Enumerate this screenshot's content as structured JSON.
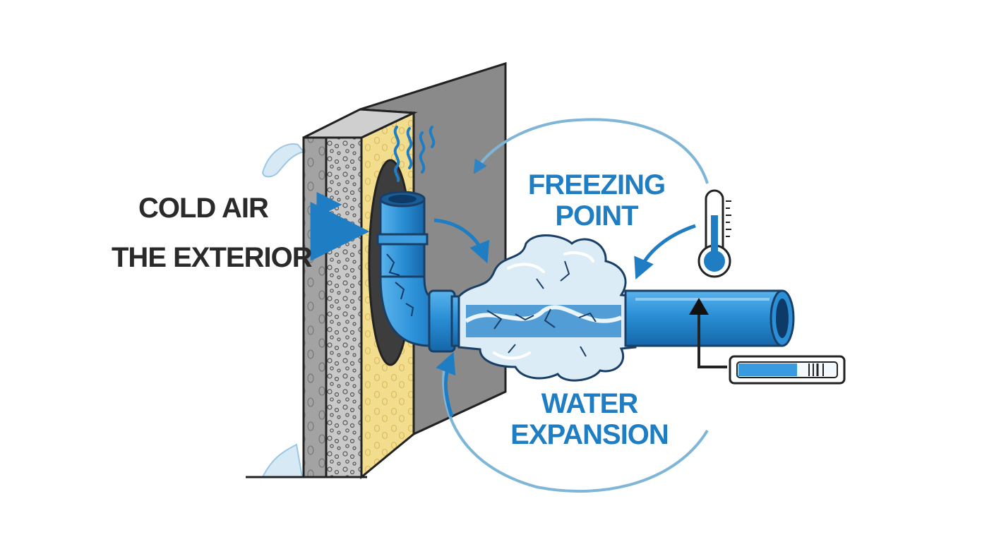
{
  "labels": {
    "cold_air": "COLD AIR",
    "exterior": "THE EXTERIOR",
    "freezing_line1": "FREEZING",
    "freezing_line2": "POINT",
    "water_line1": "WATER",
    "water_line2": "EXPANSION"
  },
  "icons": [
    "wall-cross-section-icon",
    "pipe-icon",
    "ice-blockage-icon",
    "thermometer-icon",
    "pressure-gauge-icon"
  ],
  "colors": {
    "accent_blue": "#1f7dc4",
    "pipe_blue": "#2a8fd6",
    "ice": "#dcecf7",
    "insulation_yellow": "#f2dd8f",
    "wall_gray": "#8a8a8a",
    "text_dark": "#2a2a2a"
  },
  "gauge_level": 0.6
}
